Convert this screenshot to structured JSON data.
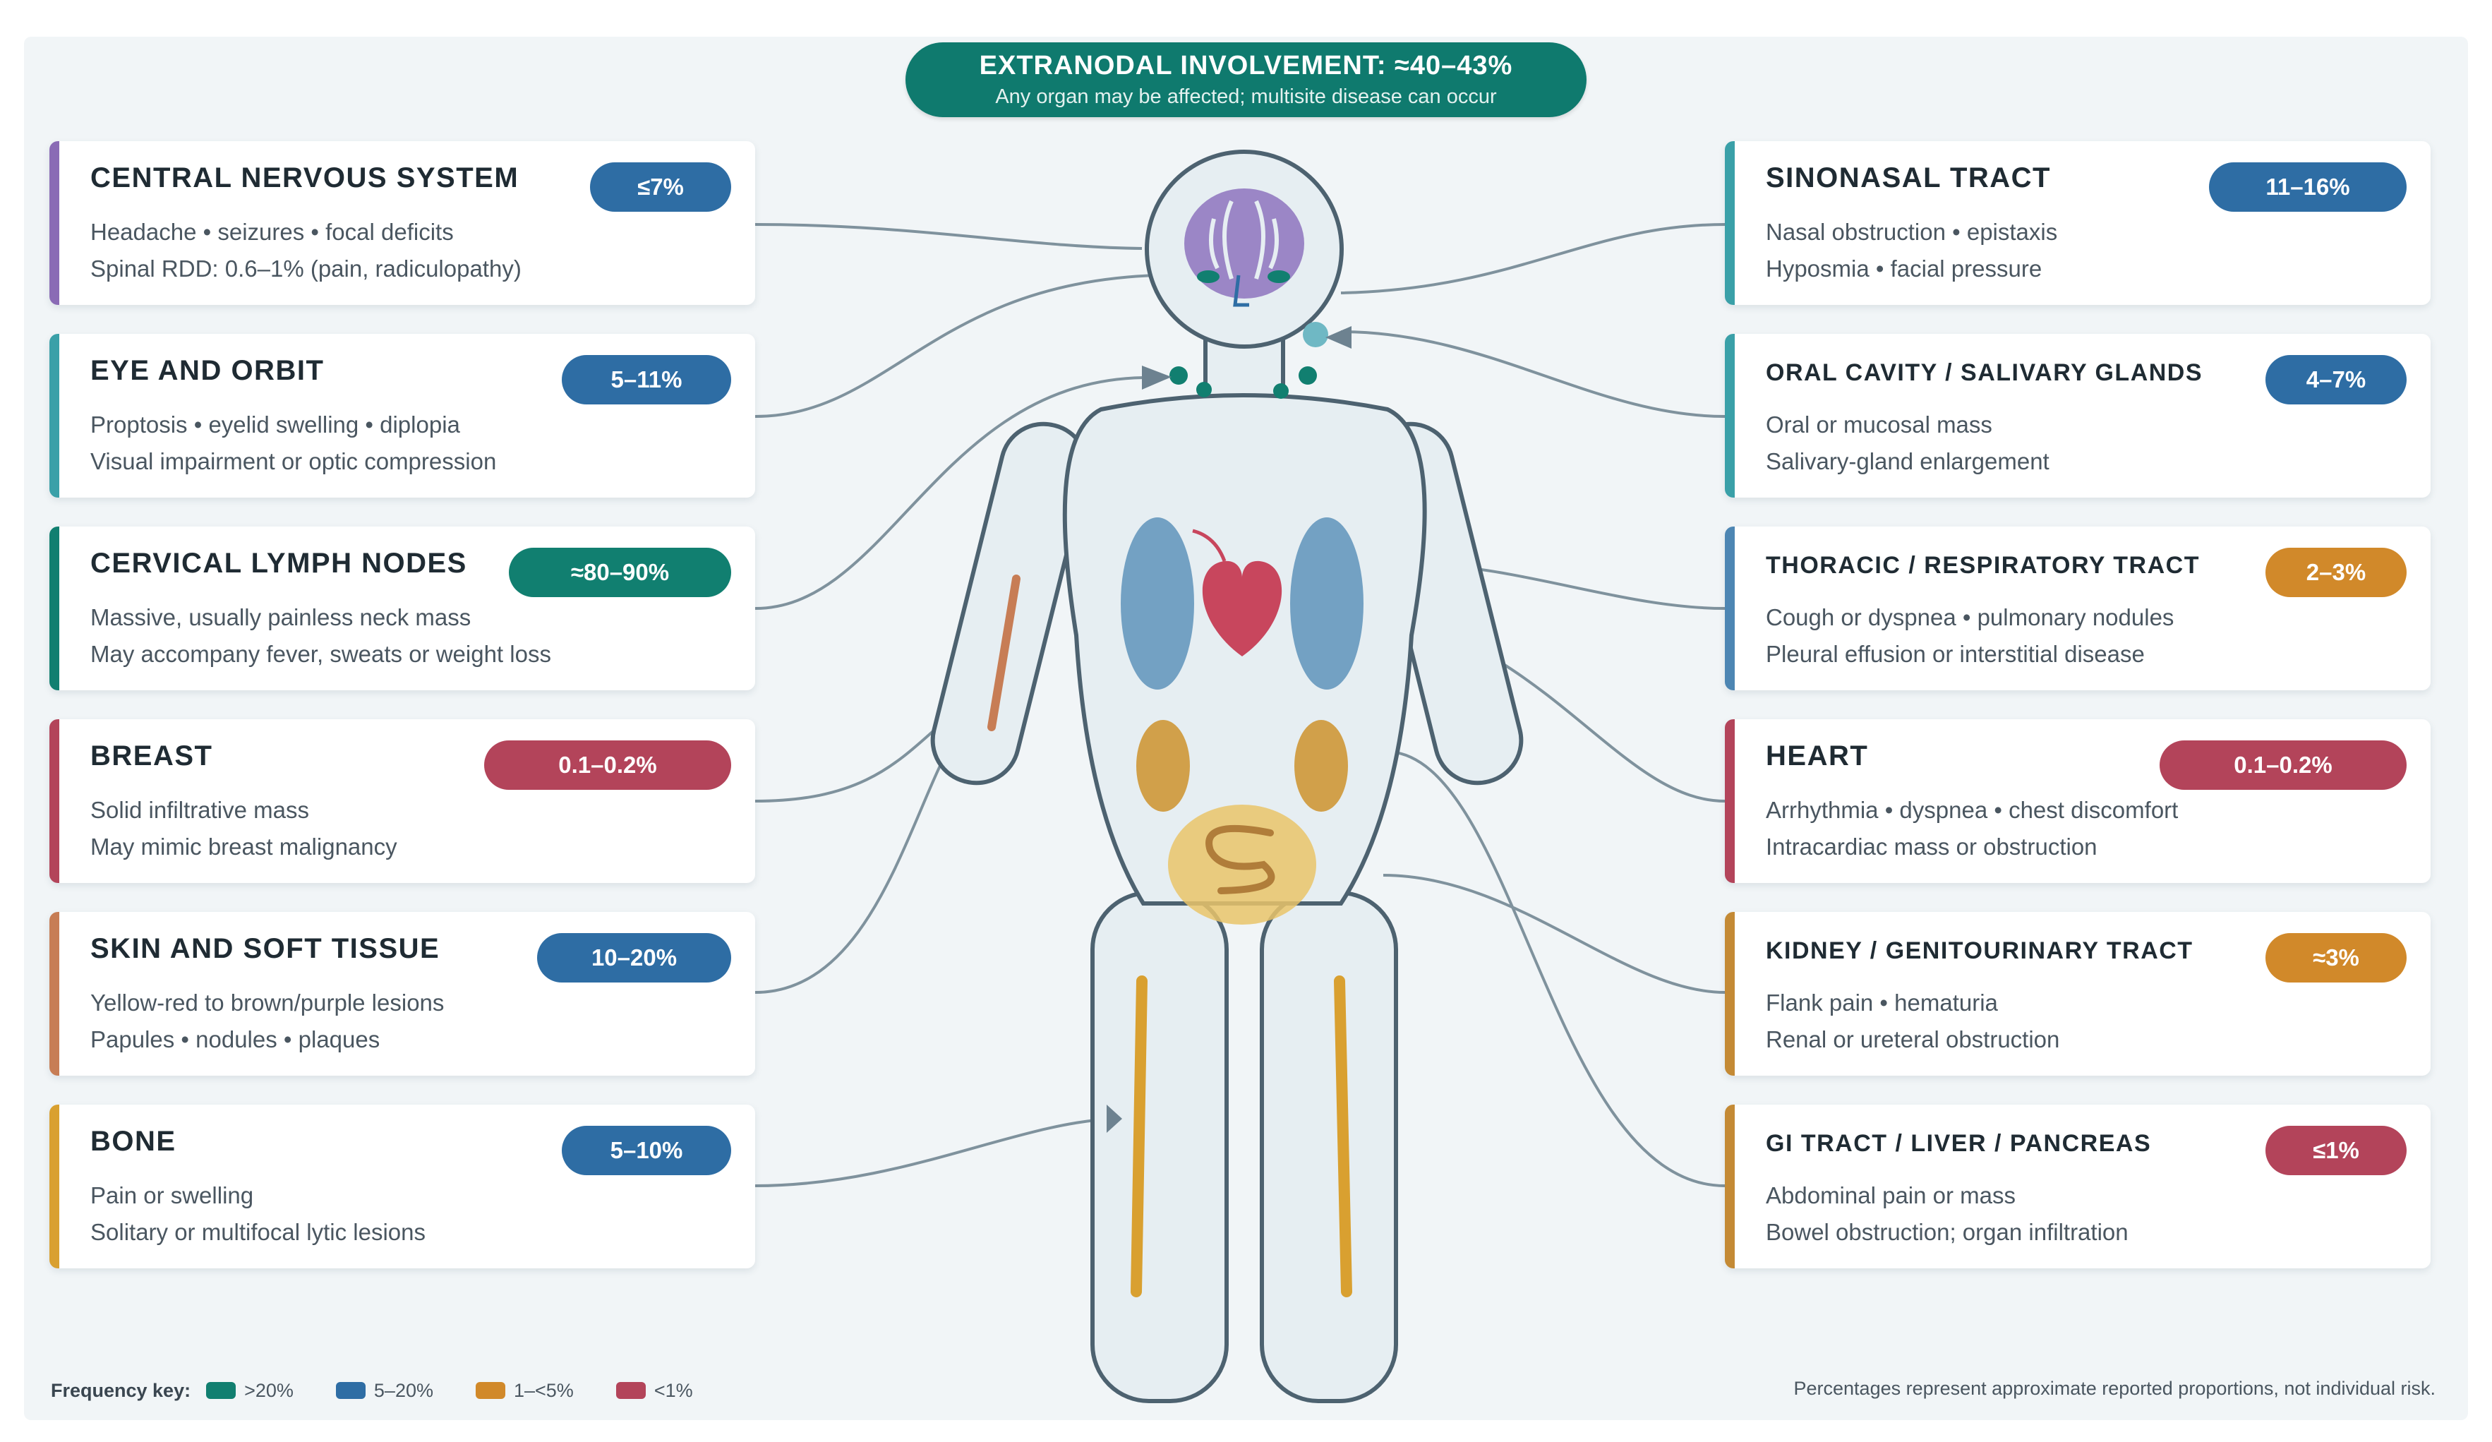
{
  "colors": {
    "teal": "#117f70",
    "blue": "#2e6da4",
    "orange": "#d1892a",
    "red": "#b3445a",
    "purple": "#8a6bb5",
    "tealLight": "#3aa0a8",
    "bodyStroke": "#4d6270",
    "bodyFill": "#e6eef2"
  },
  "header": {
    "title": "EXTRANODAL INVOLVEMENT: ≈40–43%",
    "subtitle": "Any organ may be affected; multisite disease can occur"
  },
  "left_cards": [
    {
      "title": "CENTRAL NERVOUS SYSTEM",
      "badge": "≤7%",
      "badge_color": "#2e6da4",
      "accent": "#8a6bb5",
      "line1": "Headache • seizures • focal deficits",
      "line2": "Spinal RDD: 0.6–1% (pain, radiculopathy)"
    },
    {
      "title": "EYE AND ORBIT",
      "badge": "5–11%",
      "badge_color": "#2e6da4",
      "accent": "#3aa0a8",
      "line1": "Proptosis • eyelid swelling • diplopia",
      "line2": "Visual impairment or optic compression"
    },
    {
      "title": "CERVICAL LYMPH NODES",
      "badge": "≈80–90%",
      "badge_color": "#117f70",
      "accent": "#117f70",
      "line1": "Massive, usually painless neck mass",
      "line2": "May accompany fever, sweats or weight loss"
    },
    {
      "title": "BREAST",
      "badge": "0.1–0.2%",
      "badge_color": "#b3445a",
      "accent": "#b3445a",
      "line1": "Solid infiltrative mass",
      "line2": "May mimic breast malignancy"
    },
    {
      "title": "SKIN AND SOFT TISSUE",
      "badge": "10–20%",
      "badge_color": "#2e6da4",
      "accent": "#c77d55",
      "line1": "Yellow-red to brown/purple lesions",
      "line2": "Papules • nodules • plaques"
    },
    {
      "title": "BONE",
      "badge": "5–10%",
      "badge_color": "#2e6da4",
      "accent": "#d9a030",
      "line1": "Pain or swelling",
      "line2": "Solitary or multifocal lytic lesions"
    }
  ],
  "right_cards": [
    {
      "title": "SINONASAL TRACT",
      "badge": "11–16%",
      "badge_color": "#2e6da4",
      "accent": "#3aa0a8",
      "line1": "Nasal obstruction • epistaxis",
      "line2": "Hyposmia • facial pressure"
    },
    {
      "title": "ORAL CAVITY / SALIVARY GLANDS",
      "badge": "4–7%",
      "badge_color": "#2e6da4",
      "accent": "#3aa0a8",
      "line1": "Oral or mucosal mass",
      "line2": "Salivary-gland enlargement"
    },
    {
      "title": "THORACIC / RESPIRATORY TRACT",
      "badge": "2–3%",
      "badge_color": "#d1892a",
      "accent": "#4d86b3",
      "line1": "Cough or dyspnea • pulmonary nodules",
      "line2": "Pleural effusion or interstitial disease"
    },
    {
      "title": "HEART",
      "badge": "0.1–0.2%",
      "badge_color": "#b3445a",
      "accent": "#b3445a",
      "line1": "Arrhythmia • dyspnea • chest discomfort",
      "line2": "Intracardiac mass or obstruction"
    },
    {
      "title": "KIDNEY / GENITOURINARY TRACT",
      "badge": "≈3%",
      "badge_color": "#d1892a",
      "accent": "#c48a35",
      "line1": "Flank pain • hematuria",
      "line2": "Renal or ureteral obstruction"
    },
    {
      "title": "GI TRACT / LIVER / PANCREAS",
      "badge": "≤1%",
      "badge_color": "#b3445a",
      "accent": "#c48a35",
      "line1": "Abdominal pain or mass",
      "line2": "Bowel obstruction; organ infiltration"
    }
  ],
  "key": {
    "title": "Frequency key:",
    "items": [
      {
        "label": ">20%",
        "color": "#117f70"
      },
      {
        "label": "5–20%",
        "color": "#2e6da4"
      },
      {
        "label": "1–<5%",
        "color": "#d1892a"
      },
      {
        "label": "<1%",
        "color": "#b3445a"
      }
    ]
  },
  "footnote": "Percentages represent approximate reported proportions, not individual risk."
}
